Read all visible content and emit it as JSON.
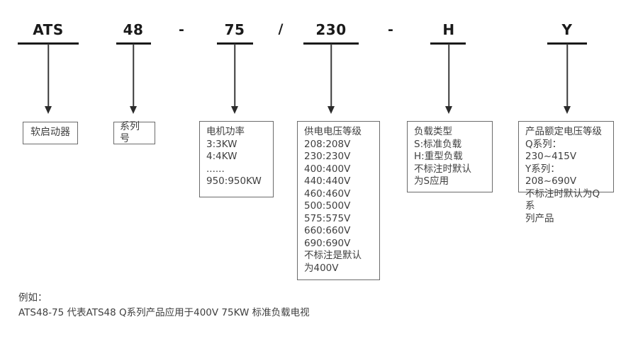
{
  "diagram": {
    "title": "ATS48 soft starter model code breakdown",
    "segments": [
      {
        "code": "ATS",
        "description": "软启动器"
      },
      {
        "code": "48",
        "description": "系列号"
      },
      {
        "code": "75",
        "description": "电机功率\n3:3KW\n4:4KW\n......\n950:950KW"
      },
      {
        "code": "230",
        "description": "供电电压等级\n208:208V\n230:230V\n400:400V\n440:440V\n460:460V\n500:500V\n575:575V\n660:660V\n690:690V\n不标注是默认\n为400V"
      },
      {
        "code": "H",
        "description": "负载类型\nS:标准负载\nH:重型负载\n不标注时默认\n为S应用"
      },
      {
        "code": "Y",
        "description": "产品额定电压等级\nQ系列：230~415V\nY系列：208~690V\n不标注时默认为Q系\n列产品"
      }
    ],
    "separators": [
      {
        "text": "-"
      },
      {
        "text": "/"
      },
      {
        "text": "-"
      }
    ],
    "note": "例如：\nATS48-75 代表ATS48 Q系列产品应用于400V 75KW 标准负载电视"
  },
  "colors": {
    "text": "#3f3f3f",
    "code_text": "#1a1a1a",
    "box_border": "#6b6b6b",
    "bar": "#1a1a1a",
    "leader": "#3a3a3a",
    "background": "#ffffff"
  }
}
